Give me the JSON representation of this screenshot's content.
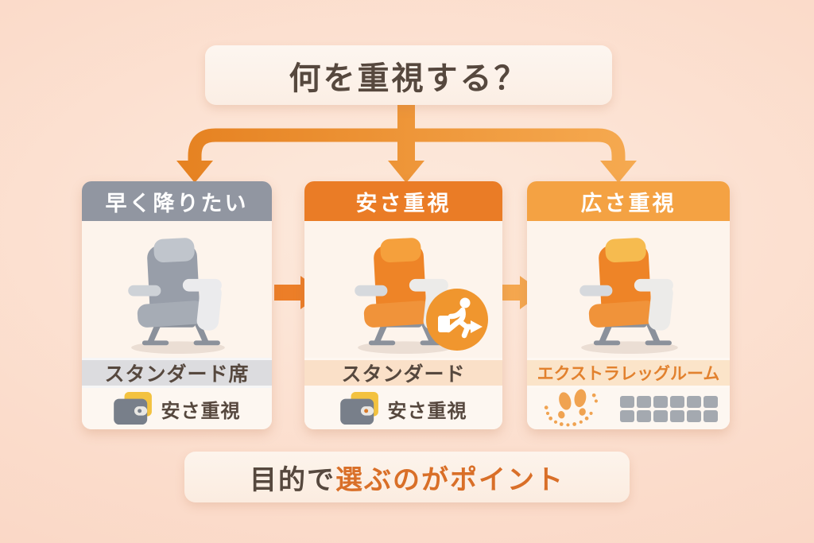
{
  "title": "何を重視する？",
  "cards": [
    {
      "header": "早く降りたい",
      "seat_icon": "gray-standard-seat-illustration",
      "label": "スタンダード席",
      "note_icon": "wallet-icon",
      "note": "安さ重視"
    },
    {
      "header": "安さ重視",
      "seat_icon": "orange-standard-seat-illustration",
      "badge_icon": "running-passenger-with-suitcase-icon",
      "label": "スタンダード",
      "note_icon": "wallet-icon",
      "note": "安さ重視"
    },
    {
      "header": "広さ重視",
      "seat_icon": "orange-extra-legroom-seat-illustration",
      "label": "エクストラレッグルーム",
      "feature_icons": [
        "footprints-icon",
        "legroom-seat-grid"
      ]
    }
  ],
  "conclusion": {
    "prefix": "目的で",
    "highlight": "選ぶのがポイント"
  },
  "colors": {
    "background_peach": "#f9d2c0",
    "arrow_orange": "#ec7e28",
    "arrow_light_orange": "#f4a74f",
    "header_gray": "#9196a1",
    "header_orange": "#ea7c26",
    "header_light_orange": "#f4a243",
    "band_gray": "#dcdcdf",
    "band_peach": "#fae0c8",
    "band_light_orange": "#fbe4c9",
    "card_bg": "#fdf4ec",
    "text_dark_brown": "#56483e",
    "text_orange": "#d96f28",
    "label_orange": "#e2812e",
    "grid_gray": "#a4a9b0",
    "footprint_orange": "#f0a351",
    "badge_orange": "#f0962e"
  }
}
